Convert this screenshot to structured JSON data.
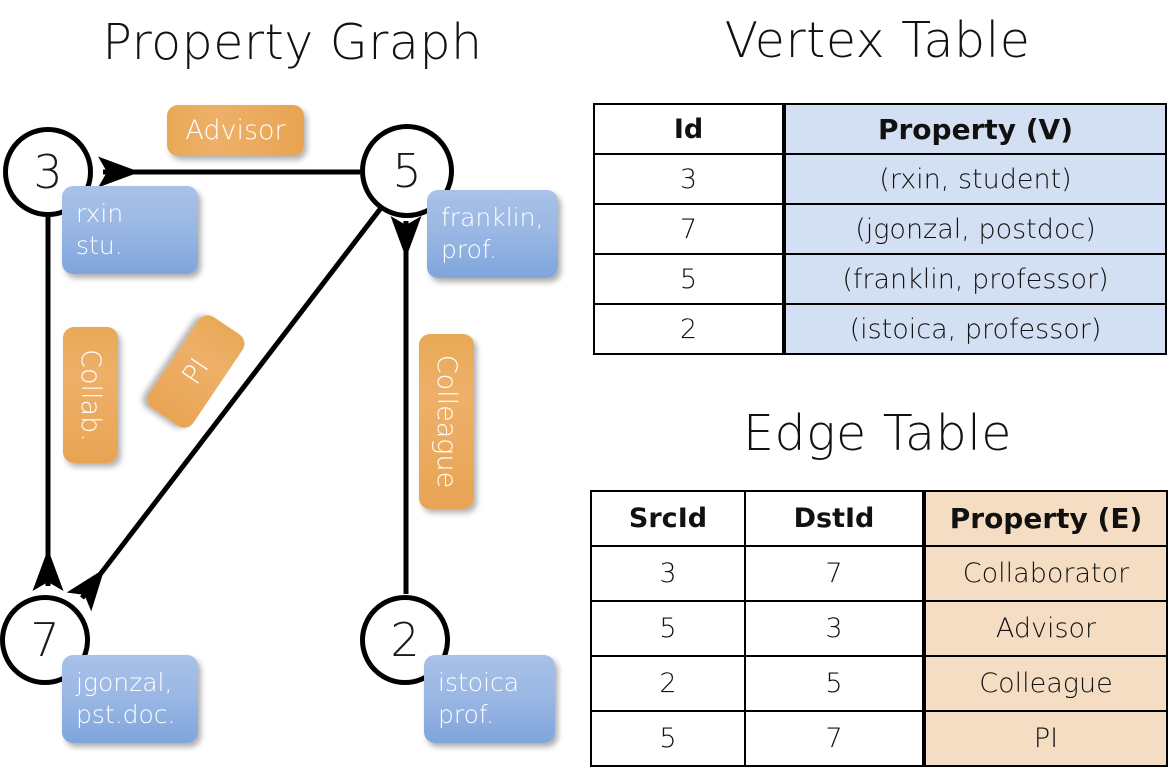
{
  "titles": {
    "graph": "Property Graph",
    "vertex_table": "Vertex Table",
    "edge_table": "Edge Table"
  },
  "graph": {
    "nodes": [
      {
        "id": "3",
        "property": "rxin\nstu."
      },
      {
        "id": "5",
        "property": "franklin,\nprof."
      },
      {
        "id": "7",
        "property": "jgonzal,\npst.doc."
      },
      {
        "id": "2",
        "property": "istoica\nprof."
      }
    ],
    "node_labels": {
      "n3": "3",
      "n5": "5",
      "n7": "7",
      "n2": "2"
    },
    "property_boxes": {
      "rxin_line1": "rxin",
      "rxin_line2": "stu.",
      "franklin_line1": "franklin,",
      "franklin_line2": "prof.",
      "jgonzal_line1": "jgonzal,",
      "jgonzal_line2": "pst.doc.",
      "istoica_line1": "istoica",
      "istoica_line2": "prof."
    },
    "edge_labels": {
      "advisor": "Advisor",
      "collab": "Collab.",
      "pi": "PI",
      "colleague": "Colleague"
    },
    "edges": [
      {
        "from": "5",
        "to": "3",
        "label": "Advisor"
      },
      {
        "from": "3",
        "to": "7",
        "label": "Collab."
      },
      {
        "from": "5",
        "to": "7",
        "label": "PI"
      },
      {
        "from": "2",
        "to": "5",
        "label": "Colleague"
      }
    ]
  },
  "colors": {
    "vertex_property_fill": "#d3dff2",
    "edge_property_fill": "#f5ddc4",
    "node_property_box": "#8fb0e2",
    "edge_label_box": "#e8a956",
    "border": "#000000"
  },
  "vertex_table": {
    "headers": [
      "Id",
      "Property (V)"
    ],
    "rows": [
      {
        "id": "3",
        "property": "(rxin, student)"
      },
      {
        "id": "7",
        "property": "(jgonzal, postdoc)"
      },
      {
        "id": "5",
        "property": "(franklin, professor)"
      },
      {
        "id": "2",
        "property": "(istoica, professor)"
      }
    ]
  },
  "edge_table": {
    "headers": [
      "SrcId",
      "DstId",
      "Property (E)"
    ],
    "rows": [
      {
        "src": "3",
        "dst": "7",
        "property": "Collaborator"
      },
      {
        "src": "5",
        "dst": "3",
        "property": "Advisor"
      },
      {
        "src": "2",
        "dst": "5",
        "property": "Colleague"
      },
      {
        "src": "5",
        "dst": "7",
        "property": "PI"
      }
    ]
  }
}
